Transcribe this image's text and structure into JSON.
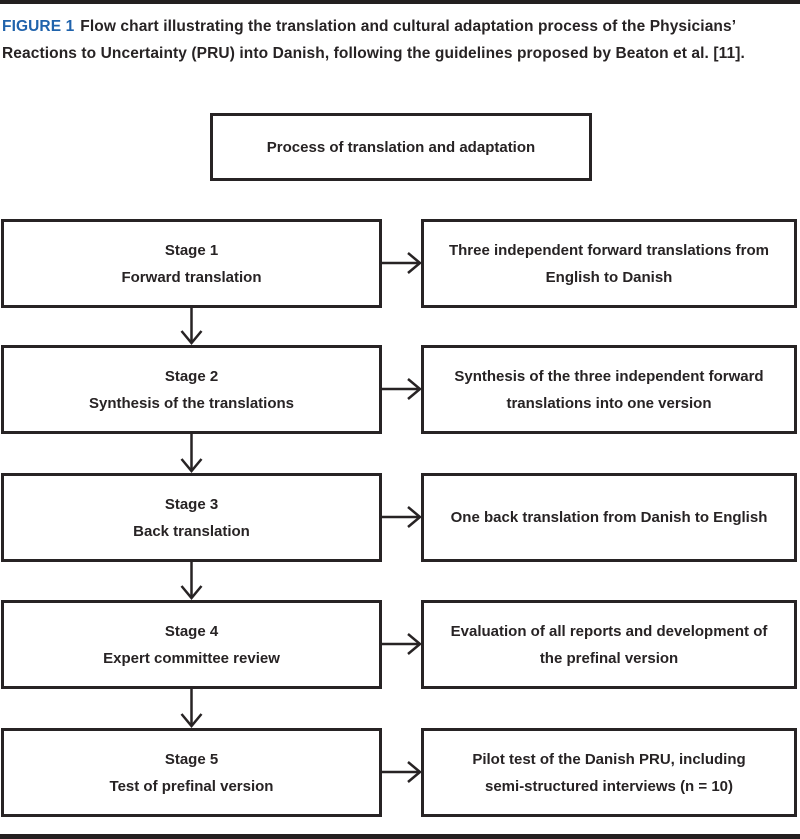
{
  "colors": {
    "accent_blue": "#2063ac",
    "ink": "#272324",
    "bar_black": "#231f20",
    "background": "#ffffff"
  },
  "caption": {
    "figure_label": "FIGURE 1",
    "text": "Flow chart illustrating the translation and cultural adaptation process of the Physicians’ Reactions to Uncertainty (PRU) into Danish, following the guidelines proposed by Beaton et al. [11]."
  },
  "flowchart": {
    "header": "Process of translation and adaptation",
    "stages": [
      {
        "label": "Stage 1",
        "name": "Forward translation",
        "detail_lines": [
          "Three independent forward translations from",
          "English to Danish"
        ]
      },
      {
        "label": "Stage 2",
        "name": "Synthesis of the translations",
        "detail_lines": [
          "Synthesis of the three independent forward",
          "translations into one version"
        ]
      },
      {
        "label": "Stage 3",
        "name": "Back translation",
        "detail_lines": [
          "One back translation from Danish to English"
        ]
      },
      {
        "label": "Stage 4",
        "name": "Expert committee review",
        "detail_lines": [
          "Evaluation of all reports and development of",
          "the prefinal version"
        ]
      },
      {
        "label": "Stage 5",
        "name": "Test of prefinal version",
        "detail_lines": [
          "Pilot test of the Danish PRU, including",
          "semi-structured interviews (n = 10)"
        ]
      }
    ]
  }
}
